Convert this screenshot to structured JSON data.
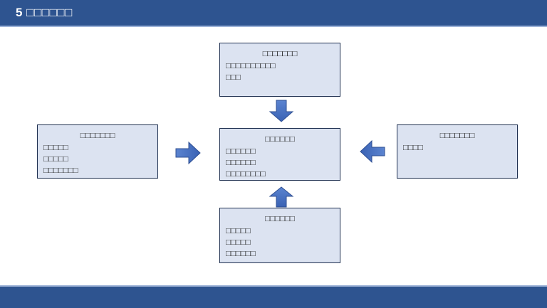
{
  "slide": {
    "title": "5 □□□□□□",
    "header_color": "#2E5490",
    "footer_color": "#2E5490",
    "accent_color": "#4472C4",
    "box_fill_color": "#DCE3F1",
    "box_border_color": "#1F3050"
  },
  "diagram": {
    "type": "center-converging",
    "boxes": {
      "top": {
        "title": "□□□□□□□",
        "lines": [
          "□□□□□□□□□□",
          "□□□"
        ]
      },
      "left": {
        "title": "□□□□□□□",
        "lines": [
          "□□□□□",
          "□□□□□",
          "□□□□□□□"
        ]
      },
      "center": {
        "title": "□□□□□□",
        "lines": [
          "□□□□□□",
          "□□□□□□",
          "□□□□□□□□"
        ]
      },
      "right": {
        "title": "□□□□□□□",
        "lines": [
          "□□□□"
        ]
      },
      "bottom": {
        "title": "□□□□□□",
        "lines": [
          "□□□□□",
          "□□□□□",
          "□□□□□□"
        ]
      }
    },
    "arrows": [
      {
        "name": "arrow-down-top",
        "direction": "down",
        "from": "top",
        "to": "center"
      },
      {
        "name": "arrow-right-left",
        "direction": "right",
        "from": "left",
        "to": "center"
      },
      {
        "name": "arrow-left-right",
        "direction": "left",
        "from": "right",
        "to": "center"
      },
      {
        "name": "arrow-up-bottom",
        "direction": "up",
        "from": "bottom",
        "to": "center"
      }
    ]
  }
}
